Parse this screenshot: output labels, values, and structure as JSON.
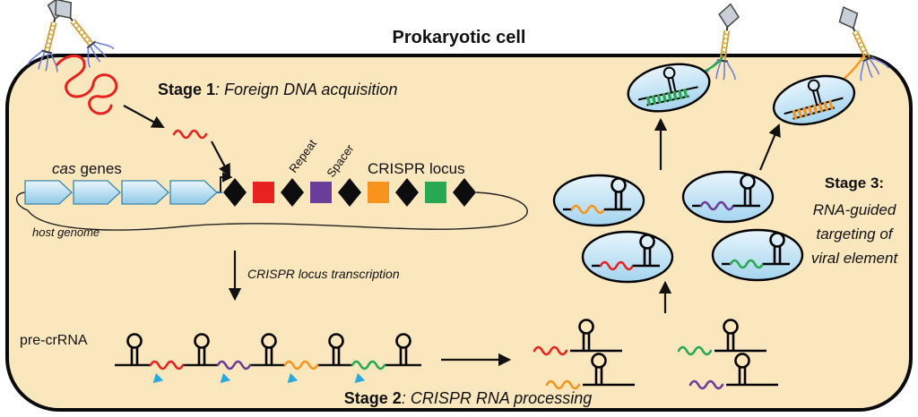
{
  "title": "Prokaryotic cell",
  "stage1": {
    "bold": "Stage 1",
    "rest": ": Foreign DNA acquisition"
  },
  "stage2": {
    "bold": "Stage 2",
    "rest": ": CRISPR RNA processing"
  },
  "stage3": {
    "bold": "Stage 3:",
    "lines": [
      "RNA-guided",
      "targeting of",
      "viral element"
    ]
  },
  "labels": {
    "cas_italic": "cas",
    "cas_rest": "genes",
    "crispr_locus": "CRISPR locus",
    "repeat": "Repeat",
    "spacer": "Spacer",
    "host_genome": "host genome",
    "transcription": "CRISPR locus transcription",
    "pre_crrna": "pre-crRNA"
  },
  "crispr_array": {
    "elements": [
      "repeat",
      "spacer_red",
      "repeat",
      "spacer_purple",
      "repeat",
      "spacer_orange",
      "repeat",
      "spacer_green",
      "repeat"
    ]
  },
  "pre_crrna_segments": [
    "red",
    "purple",
    "orange",
    "green"
  ],
  "complex_order": [
    "orange",
    "purple",
    "red",
    "green"
  ],
  "targeting_complexes": [
    "green",
    "orange"
  ],
  "colors": {
    "cell_fill": "#FBE7BD",
    "spacer_red": "#E8231F",
    "spacer_purple": "#6A3D9A",
    "spacer_orange": "#F7941D",
    "spacer_green": "#29A853",
    "repeat_fill": "#0D0D0D",
    "cut_arrow": "#29ABE2",
    "gene_fill": "#8FC9E8",
    "complex_fill": "#A4D4EF",
    "phage_head": "#C9CFD6",
    "phage_tail": "#D1A23C",
    "phage_leg": "#6C7FD8"
  }
}
